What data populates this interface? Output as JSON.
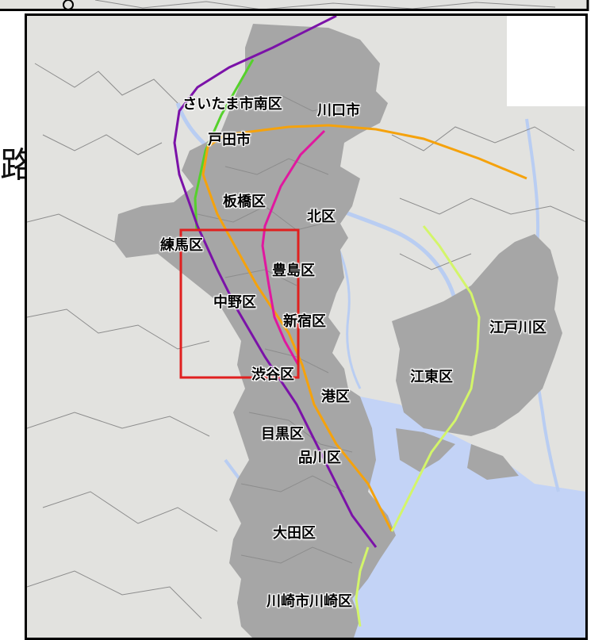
{
  "side_char": "路",
  "colors": {
    "land": "#e2e2df",
    "ward": "#a6a6a6",
    "water": "#c3d3f6",
    "river": "#b9cdf2",
    "boundary": "#8c8c8c",
    "highlight_box": "#e0201f",
    "routes": {
      "purple": "#7b12a8",
      "green": "#55d12b",
      "orange": "#f5a20c",
      "magenta": "#e0189f",
      "yellow_green": "#d3f56a"
    }
  },
  "labels": [
    {
      "id": "saitama-minami",
      "text": "さいたま市南区"
    },
    {
      "id": "kawaguchi",
      "text": "川口市"
    },
    {
      "id": "toda",
      "text": "戸田市"
    },
    {
      "id": "itabashi",
      "text": "板橋区"
    },
    {
      "id": "kita",
      "text": "北区"
    },
    {
      "id": "nerima",
      "text": "練馬区"
    },
    {
      "id": "toshima",
      "text": "豊島区"
    },
    {
      "id": "nakano",
      "text": "中野区"
    },
    {
      "id": "shinjuku",
      "text": "新宿区"
    },
    {
      "id": "edogawa",
      "text": "江戸川区"
    },
    {
      "id": "shibuya",
      "text": "渋谷区"
    },
    {
      "id": "koto",
      "text": "江東区"
    },
    {
      "id": "minato",
      "text": "港区"
    },
    {
      "id": "meguro",
      "text": "目黒区"
    },
    {
      "id": "shinagawa",
      "text": "品川区"
    },
    {
      "id": "ota",
      "text": "大田区"
    },
    {
      "id": "kawasaki",
      "text": "川崎市川崎区"
    }
  ]
}
